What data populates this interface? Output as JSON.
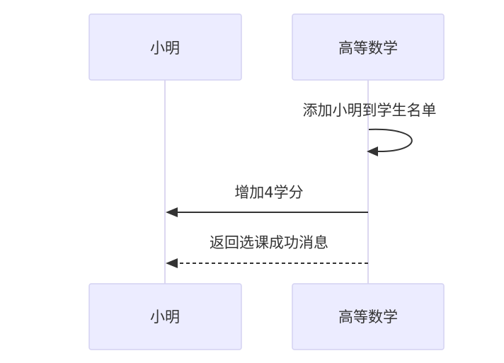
{
  "participants": [
    {
      "id": "xiaoming",
      "label": "小明"
    },
    {
      "id": "gaodeng",
      "label": "高等数学"
    }
  ],
  "messages": [
    {
      "from": "gaodeng",
      "to": "gaodeng",
      "text": "添加小明到学生名单",
      "style": "solid"
    },
    {
      "from": "gaodeng",
      "to": "xiaoming",
      "text": "增加4学分",
      "style": "solid"
    },
    {
      "from": "gaodeng",
      "to": "xiaoming",
      "text": "返回选课成功消息",
      "style": "dashed"
    }
  ],
  "colors": {
    "actor_fill": "#ECECFF",
    "actor_border": "#D4D2F2",
    "lifeline": "#DCD7F0",
    "text": "#333333",
    "arrow": "#333333"
  }
}
